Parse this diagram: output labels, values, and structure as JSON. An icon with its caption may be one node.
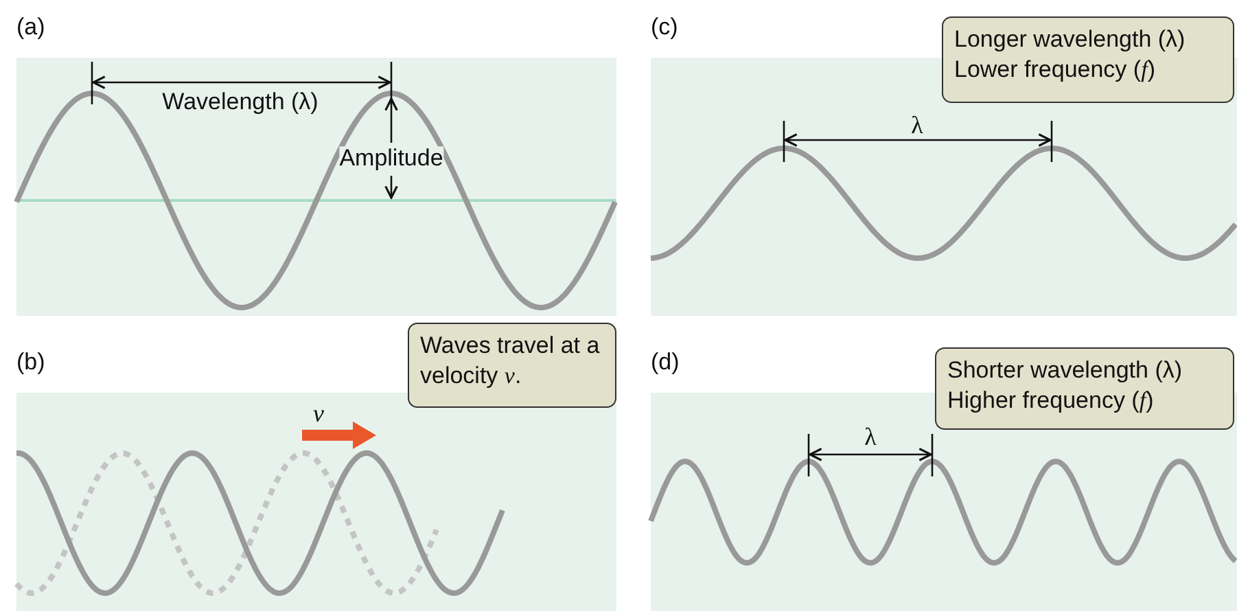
{
  "diagram": {
    "nodes": [
      {
        "text": [
          "(a)"
        ]
      },
      {
        "text": [
          "(b)"
        ]
      },
      {
        "text": [
          "Waves travel at a velocity *v*."
        ]
      },
      {
        "text": [
          "(c)"
        ]
      },
      {
        "text": [
          "Longer wavelength (λ)",
          "Lower frequency (*f*)"
        ]
      },
      {
        "text": [
          "(d)"
        ]
      },
      {
        "text": [
          "Shorter wavelength (λ)",
          "Higher frequency (*f*)"
        ]
      }
    ],
    "edges": [],
    "labels": [
      "Wavelength (λ)",
      "Amplitude",
      "λ",
      "v",
      "λ"
    ]
  }
}
